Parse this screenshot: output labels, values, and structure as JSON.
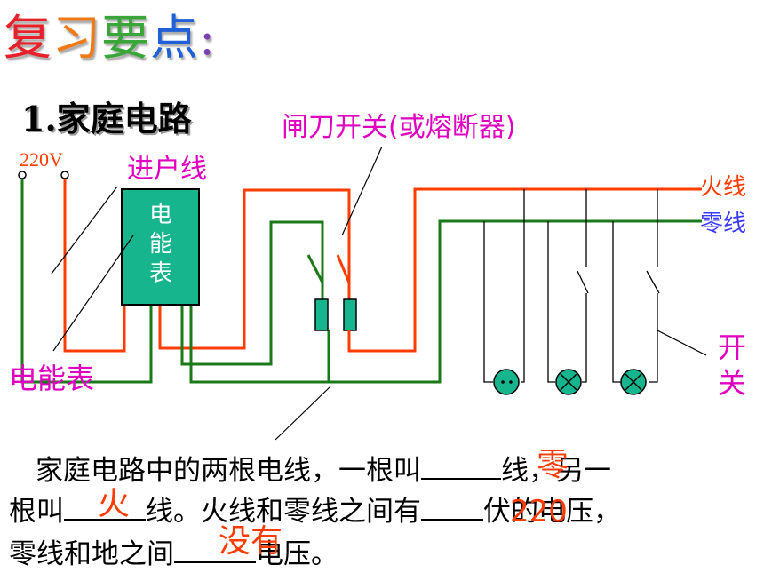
{
  "title": {
    "chars": [
      "复",
      "习",
      "要",
      "点",
      ":"
    ],
    "colors": [
      "#e8202a",
      "#f07a18",
      "#3aa63a",
      "#1f5fd8",
      "#7a3fb0"
    ]
  },
  "section_heading": "1.家庭电路",
  "diagram": {
    "voltage_label": "220V",
    "service_line_label": "进户线",
    "switch_fuse_label": "闸刀开关(或熔断器)",
    "meter_box_text": [
      "电",
      "能",
      "表"
    ],
    "meter_label": "电能表",
    "live_wire_label": "火线",
    "neutral_wire_label": "零线",
    "switch_label": [
      "开",
      "关"
    ],
    "colors": {
      "live": "#ff3c00",
      "neutral": "#1a7a1a",
      "meter_fill": "#17b58e",
      "label_red": "#ff3c00",
      "label_magenta": "#e000c0",
      "label_blue": "#3a3aff"
    }
  },
  "text": {
    "p1_before": "家庭电路中的两根电线，一根叫",
    "p1_after": "线，另一",
    "p2_before": "根叫",
    "p2_mid": "线。火线和零线之间有",
    "p2_after": "伏的电压，",
    "p3_before": "零线和地之间",
    "p3_after": "电压。"
  },
  "answers": {
    "a1": "零",
    "a2": "火",
    "a3": "220",
    "a4": "没有"
  }
}
